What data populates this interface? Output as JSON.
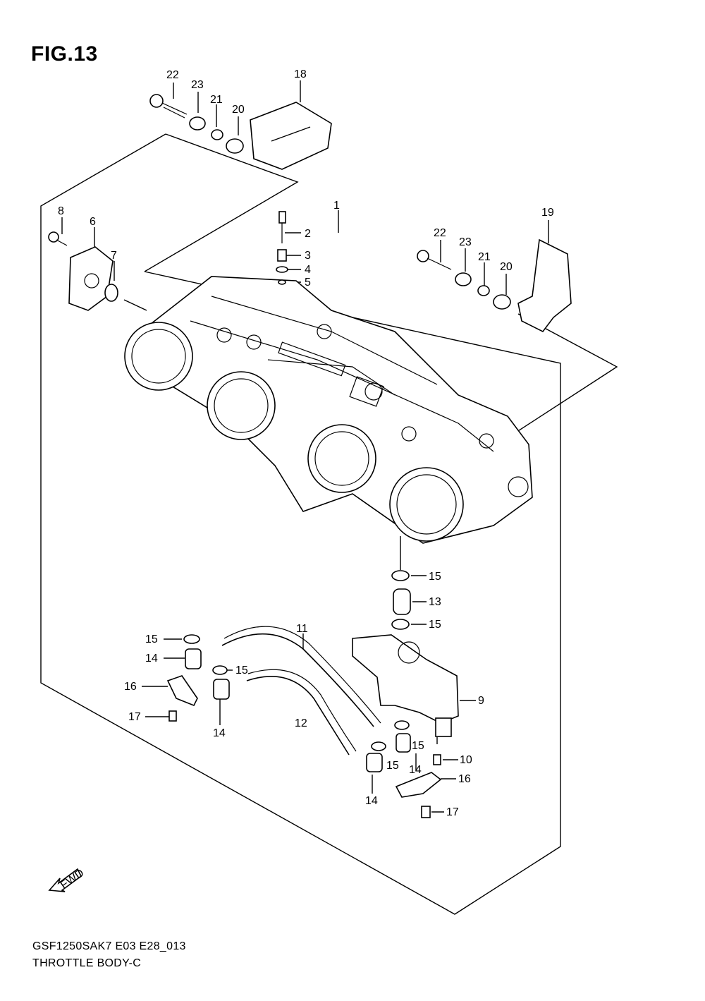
{
  "figure": {
    "title": "FIG.13"
  },
  "callouts": [
    "1",
    "2",
    "3",
    "4",
    "5",
    "6",
    "7",
    "8",
    "9",
    "10",
    "11",
    "12",
    "13",
    "14",
    "15",
    "16",
    "17",
    "18",
    "19",
    "20",
    "21",
    "22",
    "23"
  ],
  "fwd_label": "FWD",
  "footer": {
    "code": "GSF1250SAK7 E03 E28_013",
    "name": "THROTTLE BODY-C"
  }
}
